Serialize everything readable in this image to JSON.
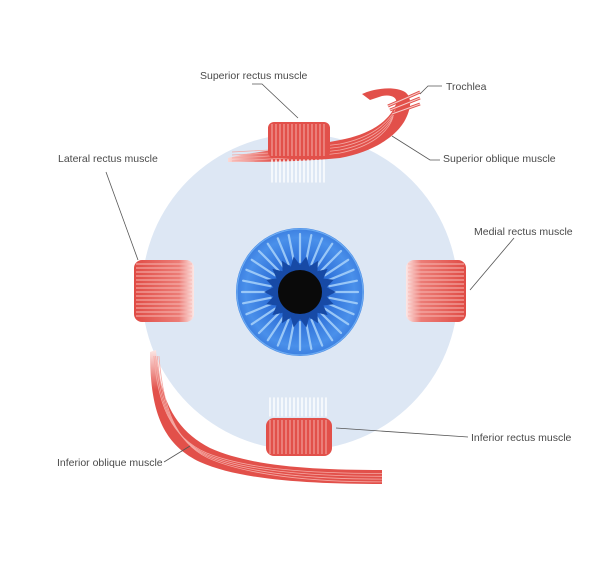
{
  "labels": {
    "superior_rectus": "Superior rectus muscle",
    "trochlea": "Trochlea",
    "lateral_rectus": "Lateral rectus muscle",
    "superior_oblique": "Superior  oblique muscle",
    "medial_rectus": "Medial rectus muscle",
    "inferior_rectus": "Inferior rectus muscle",
    "inferior_oblique": "Inferior oblique muscle"
  },
  "colors": {
    "sclera": "#dde7f4",
    "iris_dark": "#2f6fd6",
    "iris_light": "#8ec4f6",
    "pupil": "#0a0a0a",
    "muscle": "#e2504a",
    "muscle_light": "#f29a94"
  }
}
